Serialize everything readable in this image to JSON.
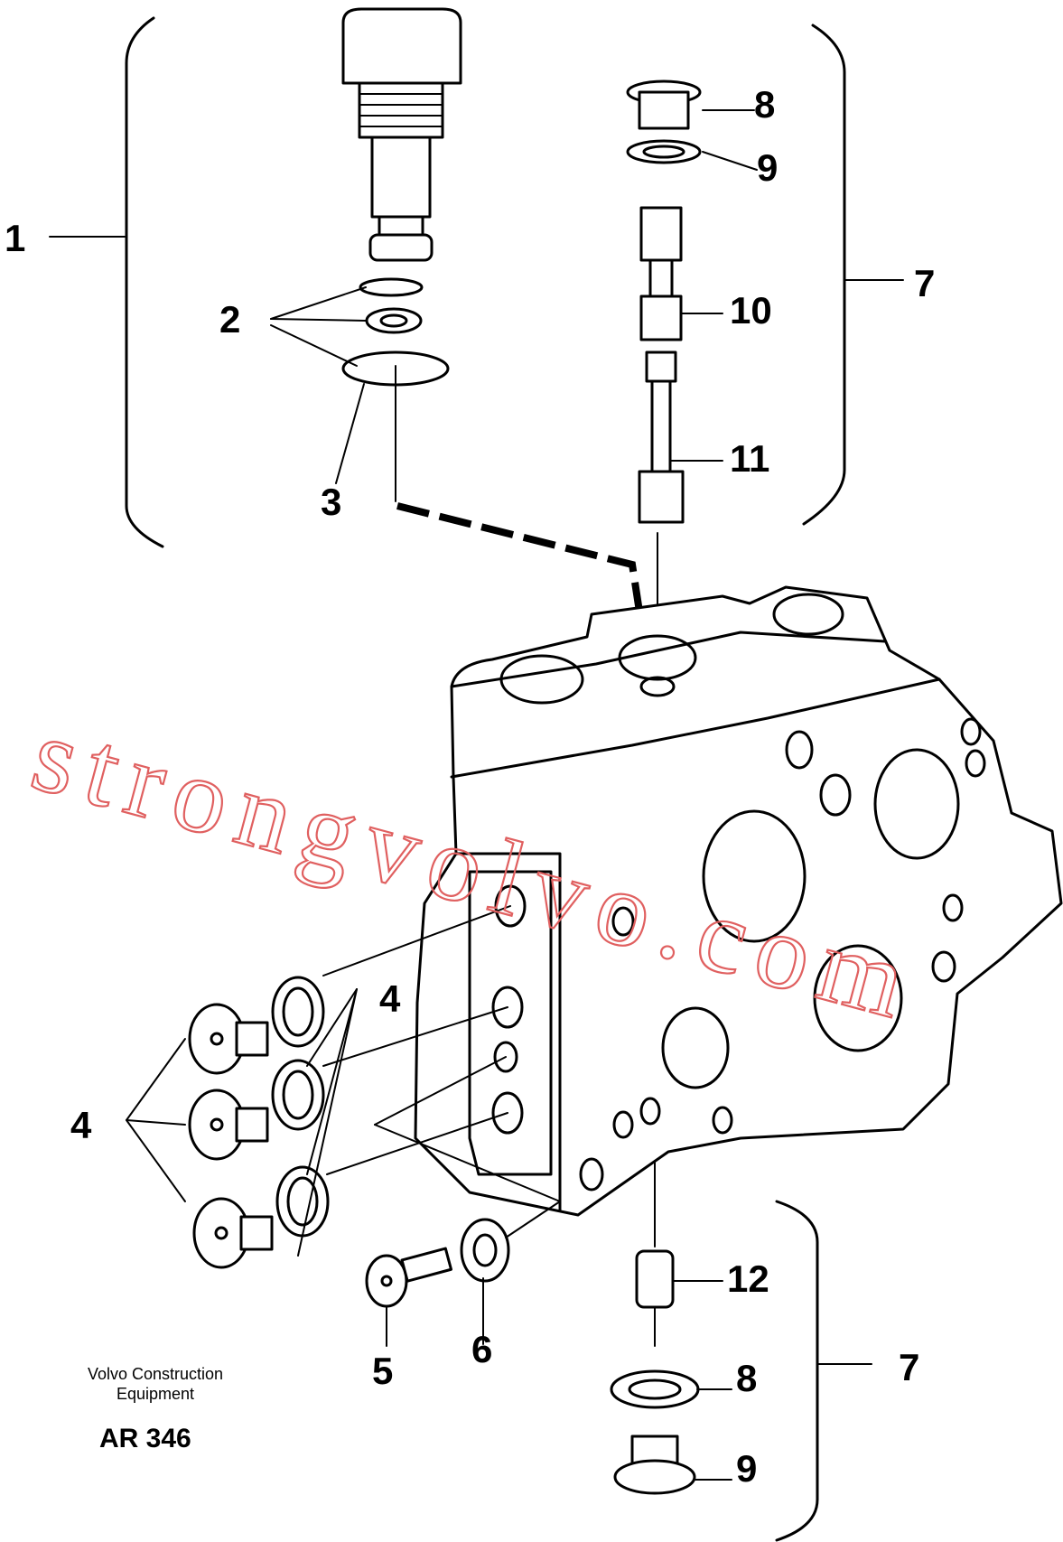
{
  "callouts": {
    "c1": "1",
    "c2": "2",
    "c3": "3",
    "c4_right": "4",
    "c4_left": "4",
    "c5": "5",
    "c6": "6",
    "c7_top": "7",
    "c7_bottom": "7",
    "c8_top": "8",
    "c8_bottom": "8",
    "c9_top": "9",
    "c9_bottom": "9",
    "c10": "10",
    "c11": "11",
    "c12": "12"
  },
  "footer": {
    "brand_line1": "Volvo Construction",
    "brand_line2": "Equipment",
    "figure_code": "AR 346"
  },
  "watermark": "strongvolvo.com",
  "colors": {
    "line": "#000000",
    "watermark": "#e06060",
    "background": "#ffffff"
  }
}
